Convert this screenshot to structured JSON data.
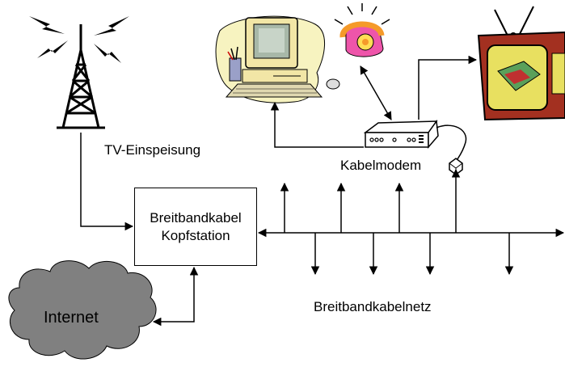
{
  "labels": {
    "tv_feed": "TV-Einspeisung",
    "cable_modem": "Kabelmodem",
    "headend_line1": "Breitbandkabel",
    "headend_line2": "Kopfstation",
    "internet": "Internet",
    "network": "Breitbandkabelnetz"
  },
  "icons": [
    "antenna-tower-icon",
    "computer-clipart-icon",
    "telephone-clipart-icon",
    "television-clipart-icon",
    "cable-modem-icon",
    "internet-cloud-icon"
  ],
  "colors": {
    "line": "#000000",
    "cloud": "#808080",
    "monitor_beige": "#f2e6a6",
    "phone_pink": "#ee55aa",
    "phone_orange": "#f59a2a",
    "tv_red": "#a33020",
    "tv_screen": "#e8e060"
  }
}
